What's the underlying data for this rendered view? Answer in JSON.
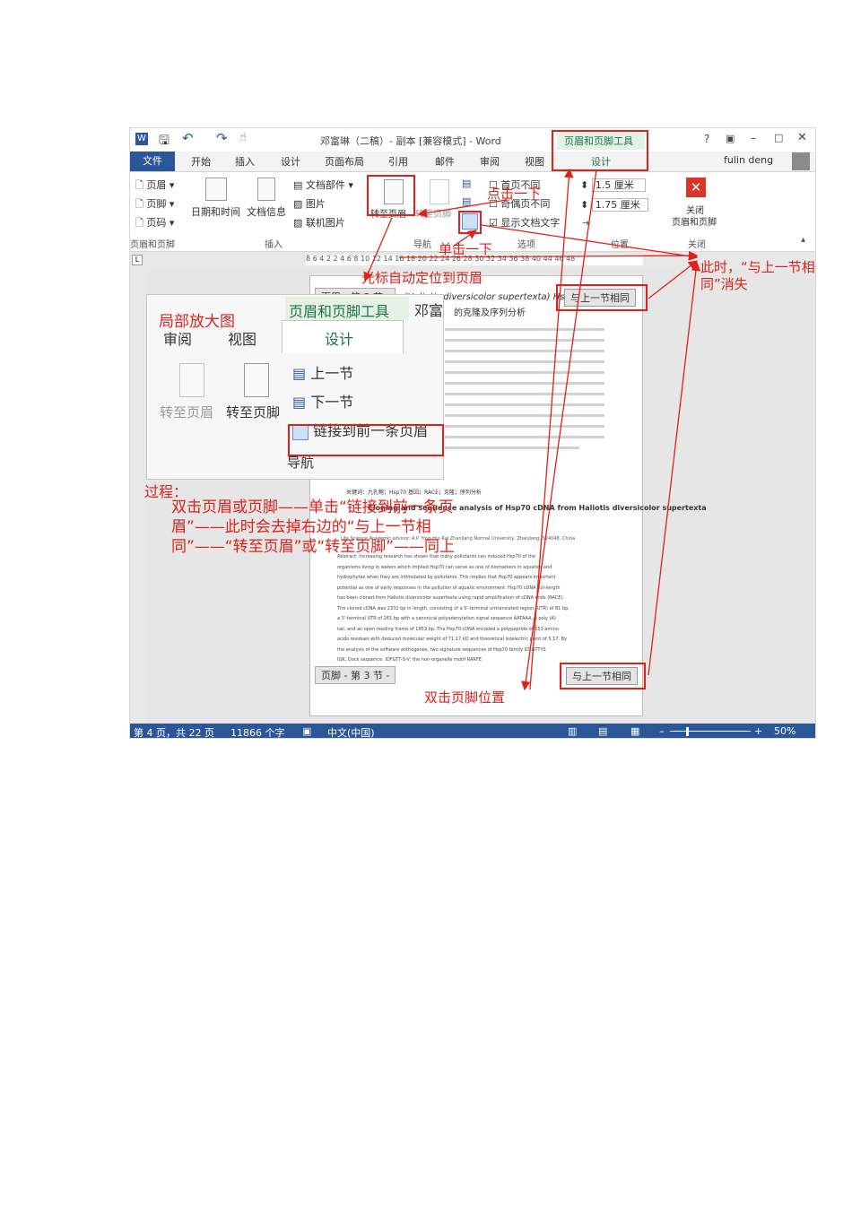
{
  "window": {
    "title": "邓富琳（二稿）- 副本 [兼容模式] - Word",
    "contextual_tab": "页眉和页脚工具",
    "help": "?",
    "user": "fulin deng"
  },
  "tabs": [
    "文件",
    "开始",
    "插入",
    "设计",
    "页面布局",
    "引用",
    "邮件",
    "审阅",
    "视图",
    "设计"
  ],
  "ribbon": {
    "header_btn": "页眉",
    "footer_btn": "页脚",
    "pagenum_btn": "页码",
    "group_hf": "页眉和页脚",
    "datetime": "日期和时间",
    "docinfo": "文档信息",
    "docparts": "文档部件",
    "picture": "图片",
    "online_picture": "联机图片",
    "group_insert": "插入",
    "goto_header": "转至页眉",
    "goto_footer": "转至页脚",
    "group_nav": "导航",
    "first_page_diff": "首页不同",
    "odd_even_diff": "奇偶页不同",
    "show_doc_text": "显示文档文字",
    "group_options": "选项",
    "header_pos": "1.5 厘米",
    "footer_pos": "1.75 厘米",
    "group_position": "位置",
    "close_btn_line1": "关闭",
    "close_btn_line2": "页眉和页脚",
    "group_close": "关闭"
  },
  "ruler_text": "8 6 4 2  2 4 6 8 10 12 14 16 18 20 22 24 26 28 30 32 34 36 38 40  44 46 48",
  "document": {
    "header_tab": "页眉 - 第 3 节 -",
    "footer_tab": "页脚 - 第 3 节 -",
    "same_as_prev": "与上一节相同",
    "header_text": "(Haliotis diversicolor supertexta) Hsp70",
    "page_title_partial": "的克隆及序列分析",
    "keywords": "关键词：九孔鲍；Hsp70 基因；RACE；克隆；序列分析",
    "eng_title": "Cloning and sequence analysis of Hsp70 cDNA from Haliotis diversicolor supertexta",
    "eng_author": "Life Science   Academic advisor: A.P. Ying-zhu Rui   Zhanjiang Normal University, Zhanjiang, 524048, China",
    "abstract_lines": [
      "Abstract: Increasing research has shown that many pollutants can induced Hsp70 of the",
      "organisms living in waters which implied Hsp70 can serve as one of biomarkers in aquatics and",
      "hydrophytes when they are intimidated by pollutants. This implies that Hsp70 appears important",
      "potential as one of early responses in the pollution of aquatic environment. Hsp70 cDNA full-length",
      "has been cloned from Haliotis diversicolor supertexta using rapid amplification of cDNA ends (RACE).",
      "The cloned cDNA was 2332 bp in length, consisting of a 5'-terminal untranslated region (UTR) of 81 bp,",
      "a 3'-terminal UTR of 261 bp with a canonical polyadenylation signal sequence AATAAA, a poly (A)",
      "tail, and an open reading frame of 1953 bp. The Hsp70 cDNA encoded a polypeptide of 653 amino",
      "acids residues with deduced molecular weight of 71.17 kD and theoretical isoelectric point of 5.17. By",
      "the analysis of the software anthogenes, two signature sequences of Hsp70 family IDLGTTYS",
      "IQK, Dock sequence: IDFGTT-S-V; the non-organelle motif RARFE"
    ]
  },
  "zoom_panel": {
    "label": "局部放大图",
    "tool_title": "页眉和页脚工具",
    "tool_extra": "邓富",
    "tab_review": "审阅",
    "tab_view": "视图",
    "tab_design": "设计",
    "goto_header": "转至页眉",
    "goto_footer": "转至页脚",
    "prev_section": "上一节",
    "next_section": "下一节",
    "link_prev": "链接到前一条页眉",
    "group_nav": "导航"
  },
  "annotations": {
    "click_once_top": "点击一下",
    "click_once_mid": "单击一下",
    "cursor_auto": "光标自动定位到页眉",
    "disappear": "此时，“与上一节相同”消失",
    "process_title": "过程：",
    "process_body": "双击页眉或页脚——单击“链接到前一条页眉”——此时会去掉右边的“与上一节相同”——“转至页眉”或“转至页脚”——同上",
    "dblclick_footer": "双击页脚位置"
  },
  "status": {
    "page": "第 4 页，共 22 页",
    "words": "11866 个字",
    "lang": "中文(中国)",
    "zoom": "50%"
  },
  "colors": {
    "annotation": "#e0201b",
    "word_blue": "#2b579a",
    "tool_green": "#217346"
  }
}
